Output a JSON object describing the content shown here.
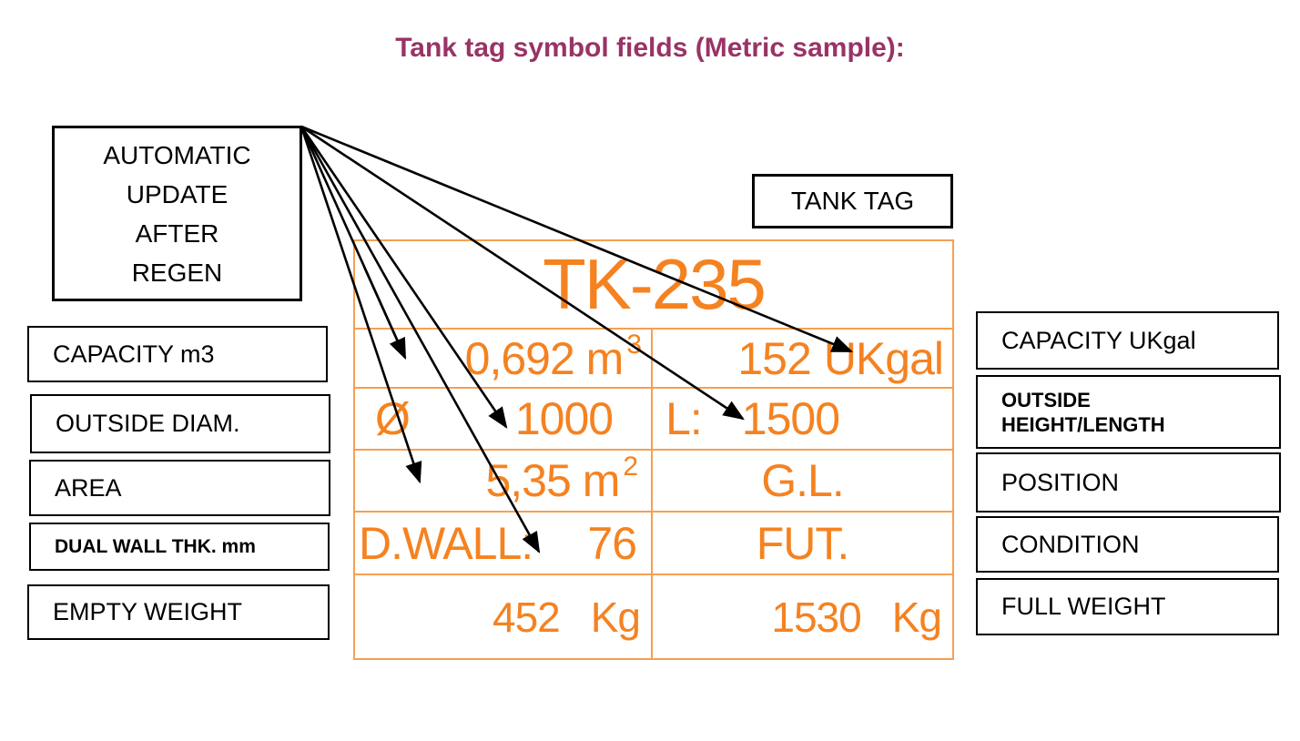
{
  "title": "Tank tag symbol fields (Metric sample):",
  "callout": {
    "lines": [
      "AUTOMATIC",
      "UPDATE",
      "AFTER",
      "REGEN"
    ]
  },
  "tank_tag_label": "TANK TAG",
  "tag_table": {
    "tank_id": "TK-235",
    "rows": [
      {
        "left": {
          "val": "0,692 m",
          "sup": "3"
        },
        "right": {
          "val": "152",
          "unit": "UKgal"
        }
      },
      {
        "left": {
          "pre": "Ø",
          "val": "1000"
        },
        "right": {
          "pre": "L:",
          "val": "1500"
        }
      },
      {
        "left": {
          "val": "5,35 m",
          "sup": "2"
        },
        "right": {
          "val": "G.L."
        }
      },
      {
        "left": {
          "pre": "D.WALL:",
          "val": "76"
        },
        "right": {
          "val": "FUT."
        }
      },
      {
        "left": {
          "val": "452",
          "unit": "Kg"
        },
        "right": {
          "val": "1530",
          "unit": "Kg"
        }
      }
    ]
  },
  "left_labels": [
    "CAPACITY m3",
    "OUTSIDE DIAM.",
    "AREA",
    "DUAL WALL THK. mm",
    "EMPTY WEIGHT"
  ],
  "right_labels": [
    "CAPACITY UKgal",
    "OUTSIDE HEIGHT/LENGTH",
    "POSITION",
    "CONDITION",
    "FULL WEIGHT"
  ],
  "colors": {
    "title": "#993366",
    "tag_text": "#F58220",
    "tag_grid": "#F5A052",
    "arrow": "#000000",
    "label_text": "#000000"
  }
}
